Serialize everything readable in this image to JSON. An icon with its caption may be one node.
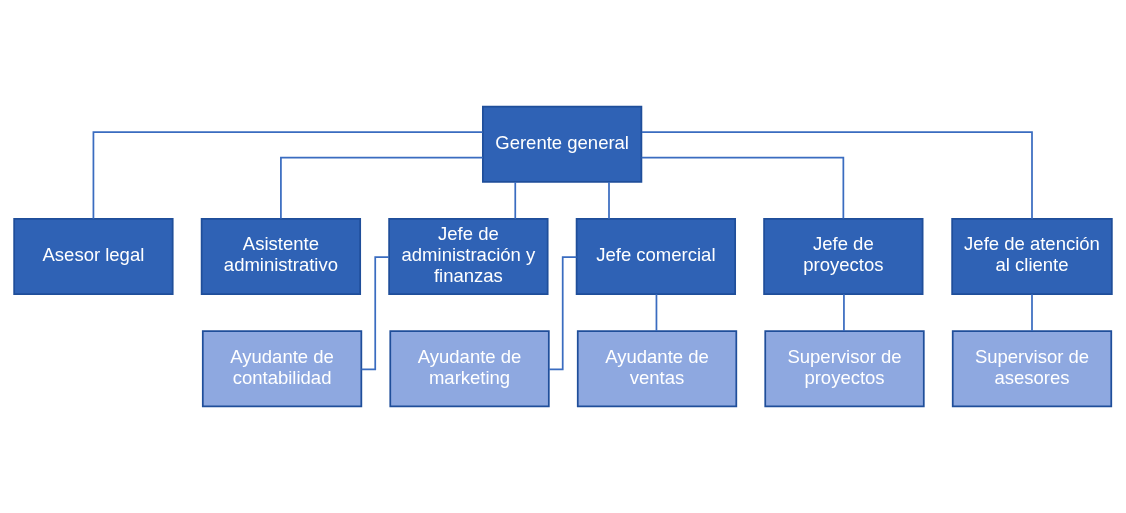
{
  "diagram": {
    "nodes": [
      {
        "text": [
          "Gerente general"
        ]
      },
      {
        "text": [
          "Asesor legal"
        ]
      },
      {
        "text": [
          "Asistente administrativo"
        ]
      },
      {
        "text": [
          "Jefe de administración y finanzas"
        ]
      },
      {
        "text": [
          "Jefe comercial"
        ]
      },
      {
        "text": [
          "Jefe de proyectos"
        ]
      },
      {
        "text": [
          "Jefe de atención al cliente"
        ]
      },
      {
        "text": [
          "Ayudante de contabilidad"
        ]
      },
      {
        "text": [
          "Ayudante de marketing"
        ]
      },
      {
        "text": [
          "Ayudante de ventas"
        ]
      },
      {
        "text": [
          "Supervisor de proyectos"
        ]
      },
      {
        "text": [
          "Supervisor de asesores"
        ]
      }
    ],
    "edges": [
      {
        "from": 0,
        "to": 1,
        "arrow": "none"
      },
      {
        "from": 0,
        "to": 2,
        "arrow": "none"
      },
      {
        "from": 0,
        "to": 3,
        "arrow": "none"
      },
      {
        "from": 0,
        "to": 4,
        "arrow": "none"
      },
      {
        "from": 0,
        "to": 5,
        "arrow": "none"
      },
      {
        "from": 0,
        "to": 6,
        "arrow": "none"
      },
      {
        "from": 3,
        "to": 7,
        "arrow": "none"
      },
      {
        "from": 4,
        "to": 8,
        "arrow": "none"
      },
      {
        "from": 4,
        "to": 9,
        "arrow": "none"
      },
      {
        "from": 5,
        "to": 10,
        "arrow": "none"
      },
      {
        "from": 6,
        "to": 11,
        "arrow": "none"
      }
    ]
  }
}
